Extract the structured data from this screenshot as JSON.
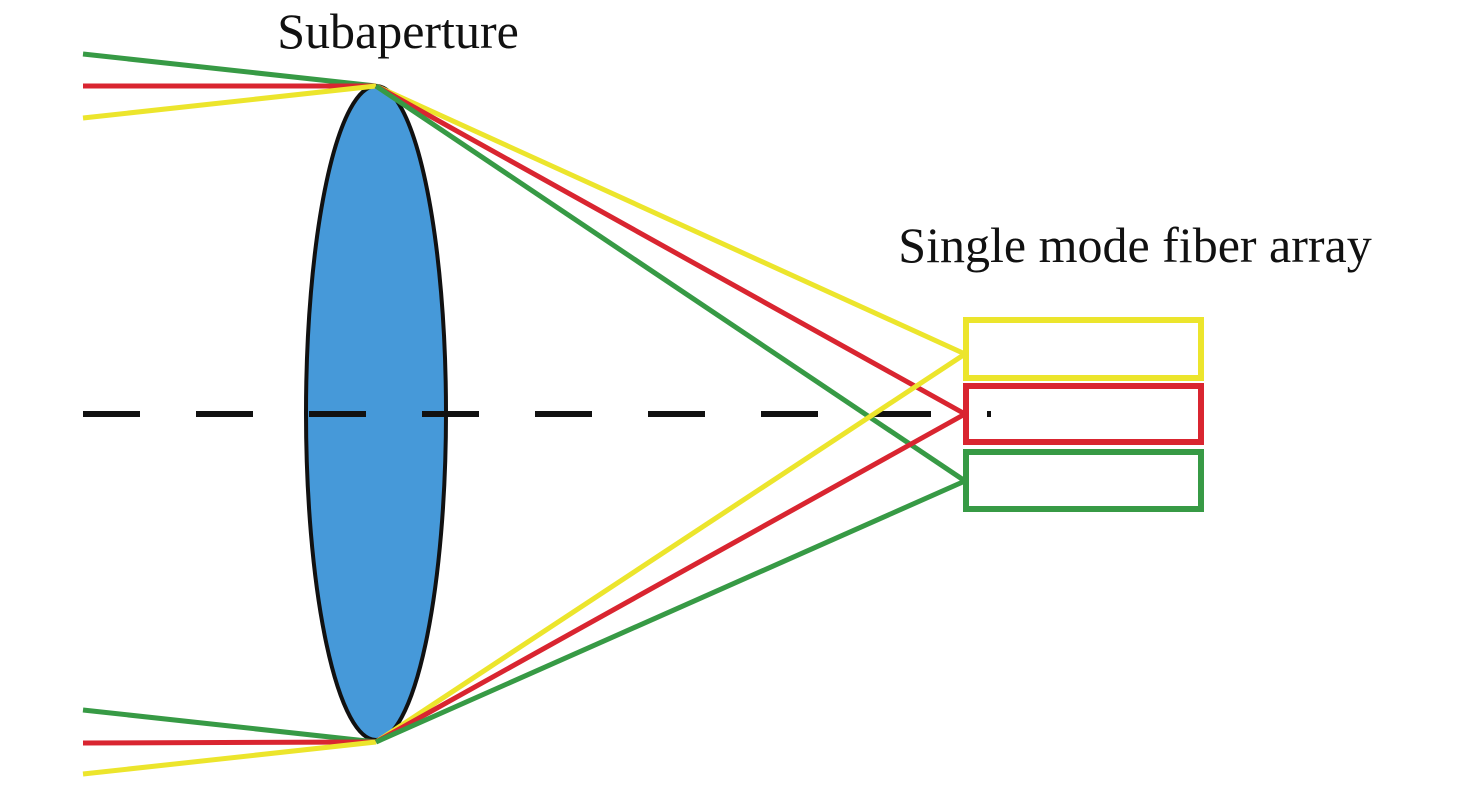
{
  "labels": {
    "subaperture": "Subaperture",
    "fiber_array": "Single mode fiber array"
  },
  "colors": {
    "lens_fill": "#4699d9",
    "lens_stroke": "#111111",
    "green": "#379a45",
    "red": "#d92530",
    "yellow": "#ece52c",
    "axis": "#111111"
  },
  "rays": [
    {
      "color_key": "green",
      "name": "green-ray"
    },
    {
      "color_key": "red",
      "name": "red-ray"
    },
    {
      "color_key": "yellow",
      "name": "yellow-ray"
    }
  ],
  "fibers": [
    {
      "color_key": "yellow",
      "name": "fiber-yellow"
    },
    {
      "color_key": "red",
      "name": "fiber-red"
    },
    {
      "color_key": "green",
      "name": "fiber-green"
    }
  ]
}
